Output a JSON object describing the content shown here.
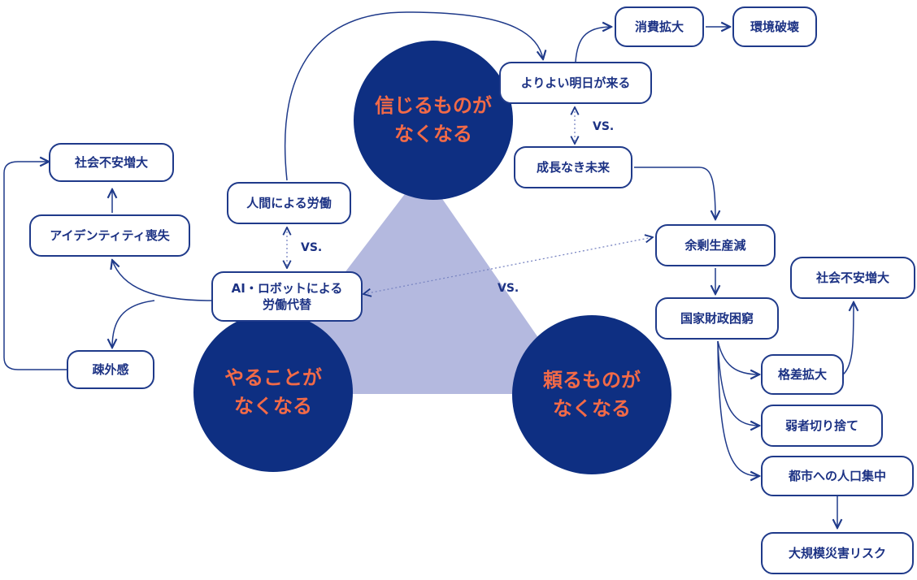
{
  "colors": {
    "navy": "#0e2f82",
    "accent": "#f26a47",
    "triangle": "#b4b9df",
    "line": "#1f3a8a"
  },
  "circles": {
    "believe": "信じるものが\nなくなる",
    "work": "やることが\nなくなる",
    "rely": "頼るものが\nなくなる"
  },
  "vs_label": "VS.",
  "nodes": {
    "social_unrest_left": "社会不安増大",
    "identity_loss": "アイデンティティ喪失",
    "alienation": "疎外感",
    "human_labor": "人間による労働",
    "ai_robot_labor": "AI・ロボットによる\n労働代替",
    "better_tomorrow": "よりよい明日が来る",
    "consumption_expansion": "消費拡大",
    "environmental_destruction": "環境破壊",
    "no_growth_future": "成長なき未来",
    "surplus_production_decrease": "余剰生産減",
    "national_finance_poverty": "国家財政困窮",
    "social_unrest_right": "社会不安増大",
    "inequality_expansion": "格差拡大",
    "abandon_weak": "弱者切り捨て",
    "urban_concentration": "都市への人口集中",
    "disaster_risk": "大規模災害リスク"
  }
}
